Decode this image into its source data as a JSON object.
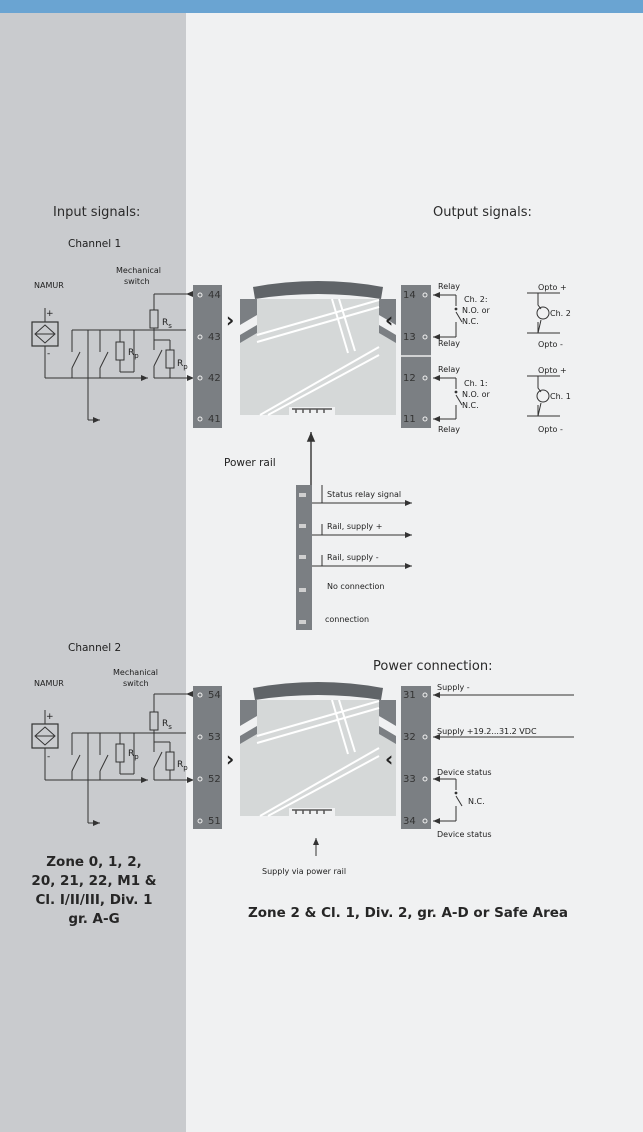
{
  "headings": {
    "input_signals": "Input signals:",
    "output_signals": "Output signals:",
    "channel1": "Channel 1",
    "channel2": "Channel 2",
    "power_connection": "Power connection:",
    "power_rail": "Power rail",
    "supply_via_rail": "Supply via power rail"
  },
  "input": {
    "namur": "NAMUR",
    "mechanical": "Mechanical",
    "switch": "switch",
    "rs": "R",
    "rs_sub": "s",
    "rp": "R",
    "rp_sub": "p",
    "plus": "+",
    "minus": "-"
  },
  "terminals": {
    "ch1_in": [
      "44",
      "43",
      "42",
      "41"
    ],
    "ch2_in": [
      "54",
      "53",
      "52",
      "51"
    ],
    "out": [
      "14",
      "13",
      "12",
      "11"
    ],
    "power": [
      "31",
      "32",
      "33",
      "34"
    ]
  },
  "output": {
    "relay": "Relay",
    "ch2_label": [
      "Ch. 2:",
      "N.O. or",
      "N.C."
    ],
    "ch1_label": [
      "Ch. 1:",
      "N.O. or",
      "N.C."
    ],
    "opto_plus": "Opto +",
    "opto_minus": "Opto -",
    "ch2": "Ch. 2",
    "ch1": "Ch. 1"
  },
  "rail": {
    "items": [
      "Status relay signal",
      "Rail, supply +",
      "Rail, supply -",
      "No connection",
      "connection"
    ]
  },
  "power": {
    "supply_minus": "Supply -",
    "supply_plus": "Supply +19.2...31.2 VDC",
    "device_status": "Device status",
    "nc": "N.C."
  },
  "zones": {
    "left": [
      "Zone 0, 1, 2,",
      "20, 21, 22, M1 &",
      "Cl. I/II/III, Div. 1",
      "gr. A-G"
    ],
    "right": "Zone 2 & Cl. 1, Div. 2, gr. A-D or Safe Area"
  }
}
